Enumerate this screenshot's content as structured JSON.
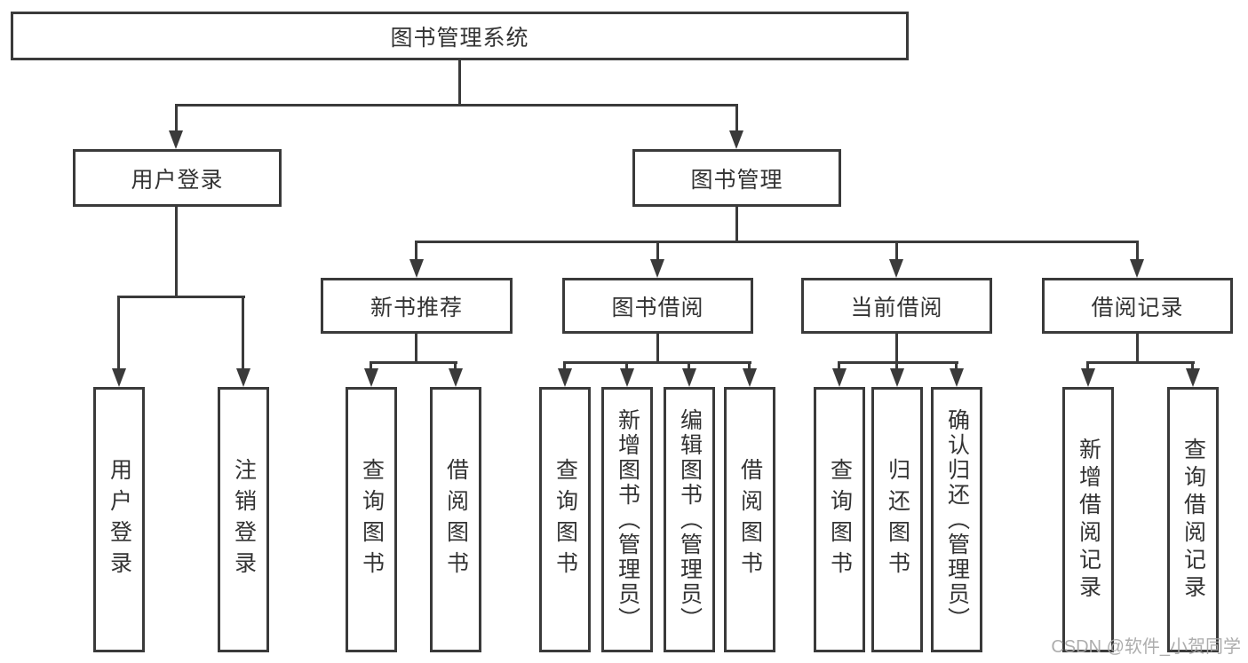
{
  "diagram": {
    "root": {
      "label": "图书管理系统"
    },
    "level1": [
      {
        "label": "用户登录"
      },
      {
        "label": "图书管理"
      }
    ],
    "level2": [
      {
        "label": "新书推荐"
      },
      {
        "label": "图书借阅"
      },
      {
        "label": "当前借阅"
      },
      {
        "label": "借阅记录"
      }
    ],
    "leaves": {
      "user_login": [
        {
          "label": "用户登录"
        },
        {
          "label": "注销登录"
        }
      ],
      "new_book_recommend": [
        {
          "label": "查询图书"
        },
        {
          "label": "借阅图书"
        }
      ],
      "book_borrow": [
        {
          "label": "查询图书"
        },
        {
          "label": "新增图书（管理员）"
        },
        {
          "label": "编辑图书（管理员）"
        },
        {
          "label": "借阅图书"
        }
      ],
      "current_borrow": [
        {
          "label": "查询图书"
        },
        {
          "label": "归还图书"
        },
        {
          "label": "确认归还（管理员）"
        }
      ],
      "borrow_records": [
        {
          "label": "新增借阅记录"
        },
        {
          "label": "查询借阅记录"
        }
      ]
    }
  },
  "watermark": {
    "text": "CSDN @软件_小贺同学"
  },
  "colors": {
    "line": "#3a3a3a",
    "text": "#333333",
    "watermark": "#a5a5a5",
    "background": "#ffffff"
  }
}
